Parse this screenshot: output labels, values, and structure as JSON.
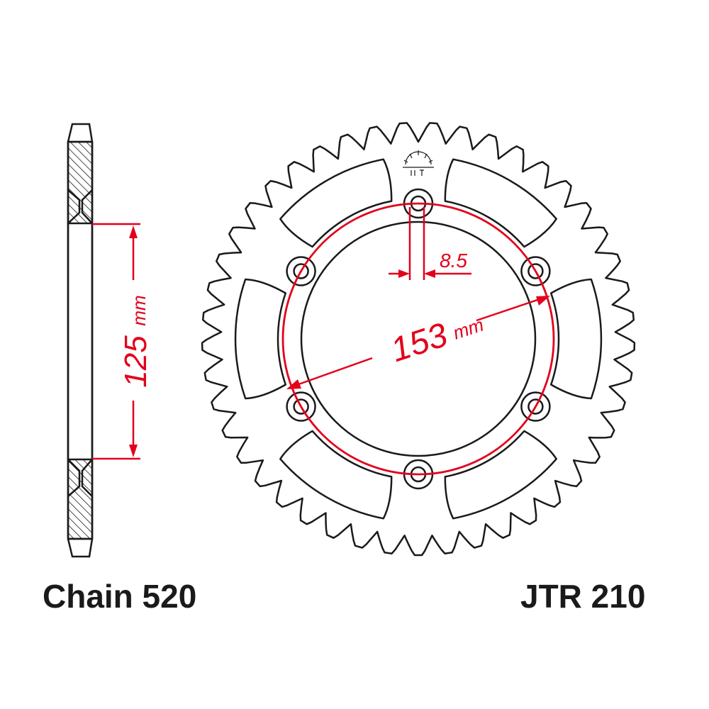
{
  "chain_label": "Chain 520",
  "part_number": "JTR 210",
  "dimensions": {
    "hub_diameter": {
      "value": "125",
      "unit": "mm"
    },
    "bolt_circle": {
      "value": "153",
      "unit": "mm"
    },
    "bolt_hole": {
      "value": "8.5"
    }
  },
  "sprocket": {
    "teeth": 45,
    "bolt_holes": 6,
    "lightening_slots": 6
  },
  "colors": {
    "outline": "#1a1a1a",
    "dimension": "#e3001b",
    "background": "#ffffff"
  }
}
